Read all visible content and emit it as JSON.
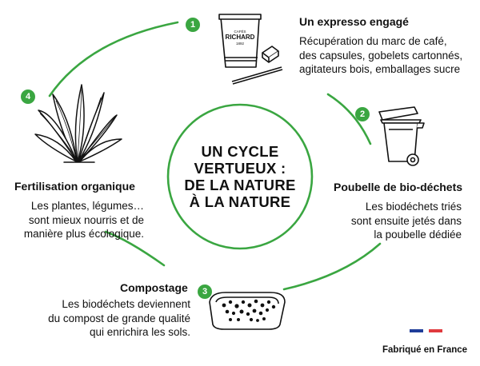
{
  "colors": {
    "green": "#3aa641",
    "flag_blue": "#1f3d99",
    "flag_red": "#e03a3e"
  },
  "center": {
    "title": "UN CYCLE\nVERTUEUX :\nDE LA NATURE\nÀ LA NATURE"
  },
  "steps": [
    {
      "number": "1",
      "title": "Un expresso engagé",
      "description": "Récupération du marc de café,\ndes capsules, gobelets cartonnés,\nagitateurs bois, emballages sucre",
      "illustration": "coffee-cup-sugar-stirrer",
      "cup_text": [
        "CAFÉS",
        "RICHARD",
        "1892"
      ]
    },
    {
      "number": "2",
      "title": "Poubelle de bio-déchets",
      "description": "Les biodéchets triés\nsont ensuite jetés dans\nla poubelle dédiée",
      "illustration": "compost-bin"
    },
    {
      "number": "3",
      "title": "Compostage",
      "description": "Les biodéchets deviennent\ndu compost de grande qualité\nqui enrichira les sols.",
      "illustration": "compost-tray"
    },
    {
      "number": "4",
      "title": "Fertilisation organique",
      "description": "Les plantes, légumes…\nsont mieux nourris et de\nmanière plus écologique.",
      "illustration": "plant"
    }
  ],
  "footer": {
    "made_in": "Fabriqué en France",
    "flag_icon": "french-flag-icon"
  }
}
